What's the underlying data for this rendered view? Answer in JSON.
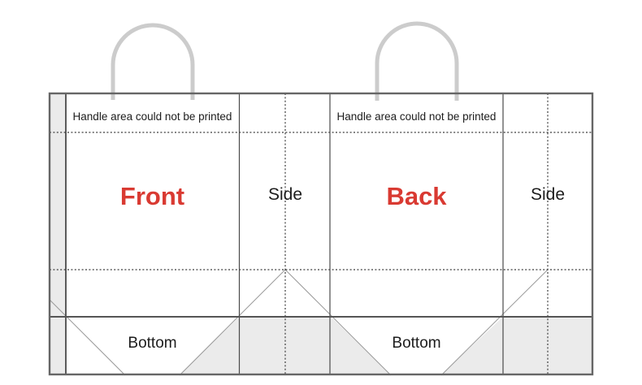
{
  "diagram": {
    "handle_note": "Handle area could not be printed",
    "panels": {
      "front": "Front",
      "back": "Back",
      "side": "Side",
      "bottom": "Bottom"
    },
    "colors": {
      "label_red": "#d93a32",
      "label_black": "#1c1c1c",
      "handle_gray": "#cccccc",
      "shade_gray": "#ebebeb",
      "outline_gray": "#666666",
      "fold_line_gray": "#555555",
      "crease_gray": "#999999",
      "dotted_gray": "#3c3c3c"
    }
  }
}
